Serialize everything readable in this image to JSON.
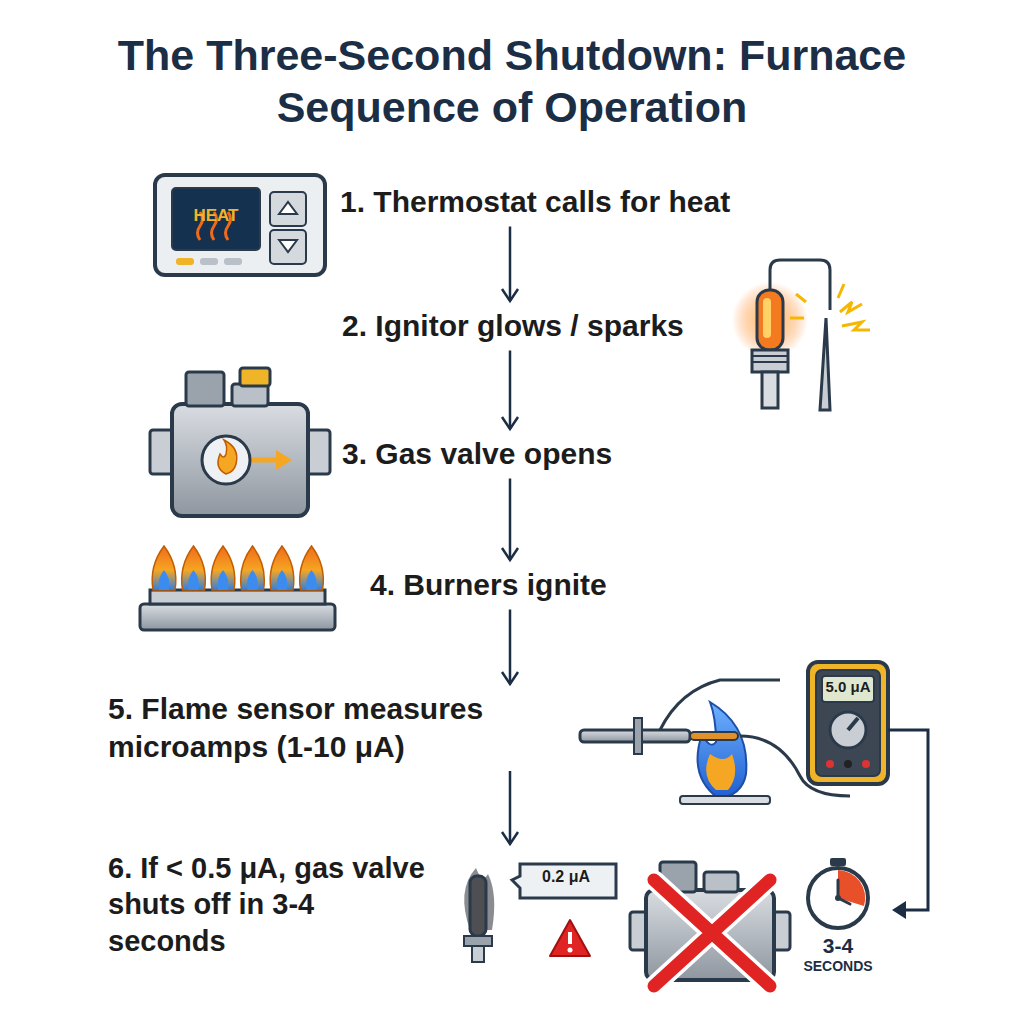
{
  "diagram": {
    "title": "The Three-Second Shutdown: Furnace Sequence of Operation",
    "nodes": [
      {
        "text": [
          "1. Thermostat calls for heat"
        ]
      },
      {
        "text": [
          "2. Ignitor glows / sparks"
        ]
      },
      {
        "text": [
          "3. Gas valve opens"
        ]
      },
      {
        "text": [
          "4. Burners ignite"
        ]
      },
      {
        "text": [
          "5. Flame sensor measures microamps (1-10 μA)"
        ]
      },
      {
        "text": [
          "6. If < 0.5 μA, gas valve shuts off in 3-4 seconds"
        ]
      }
    ],
    "edges": [
      {
        "from": 0,
        "to": 1,
        "arrow": "to"
      },
      {
        "from": 1,
        "to": 2,
        "arrow": "to"
      },
      {
        "from": 2,
        "to": 3,
        "arrow": "to"
      },
      {
        "from": 3,
        "to": 4,
        "arrow": "to"
      },
      {
        "from": 4,
        "to": 5,
        "arrow": "to"
      }
    ],
    "labels": [
      "HEAT",
      "5.0 μA",
      "0.2 μA",
      "3-4",
      "SECONDS"
    ]
  }
}
